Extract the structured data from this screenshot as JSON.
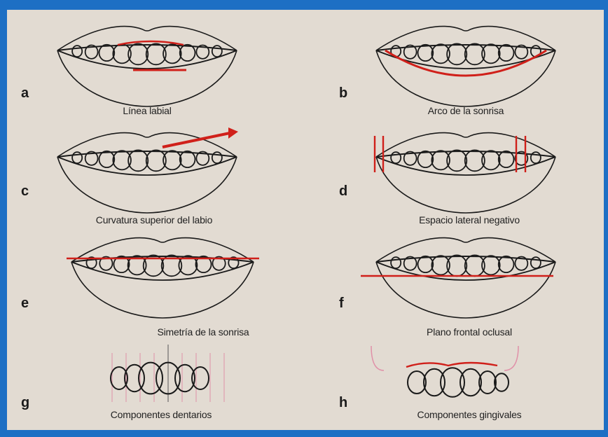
{
  "panels": [
    {
      "letter": "a",
      "caption": "Línea labial"
    },
    {
      "letter": "b",
      "caption": "Arco de la sonrisa"
    },
    {
      "letter": "c",
      "caption": "Curvatura superior del labio"
    },
    {
      "letter": "d",
      "caption": "Espacio lateral negativo"
    },
    {
      "letter": "e",
      "caption": "Simetría de la sonrisa"
    },
    {
      "letter": "f",
      "caption": "Plano frontal oclusal"
    },
    {
      "letter": "g",
      "caption": "Componentes dentarios"
    },
    {
      "letter": "h",
      "caption": "Componentes gingivales"
    }
  ],
  "colors": {
    "frame": "#1d6fc4",
    "background": "#e2dbd2",
    "ink": "#1a1a1a",
    "highlight": "#d0201a",
    "pink": "#e090a8"
  }
}
